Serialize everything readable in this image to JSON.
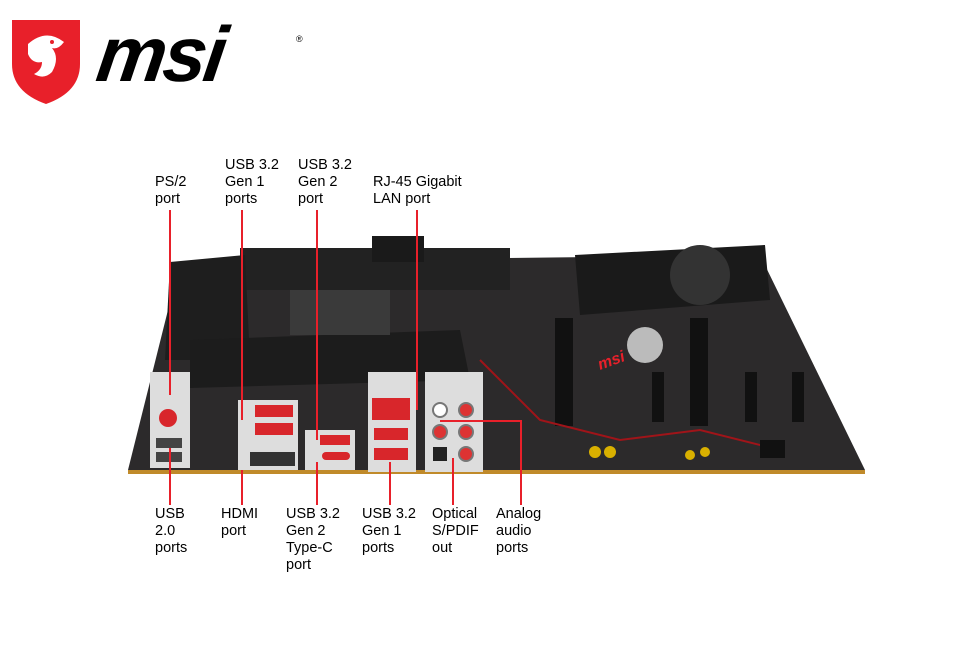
{
  "brand": {
    "name": "msi",
    "registered_mark": "®"
  },
  "colors": {
    "brand_red": "#e8202a",
    "board": "#2c2a2b",
    "accent_red": "#c0161c",
    "port_red": "#d8262b"
  },
  "labels": {
    "ps2": "PS/2\nport",
    "usb32_gen1_top": "USB 3.2\nGen 1\nports",
    "usb32_gen2": "USB 3.2\nGen 2\nport",
    "rj45": "RJ-45 Gigabit\nLAN port",
    "usb20": "USB\n2.0\nports",
    "hdmi": "HDMI\nport",
    "usb32_gen2_typec": "USB 3.2\nGen 2\nType-C\nport",
    "usb32_gen1_bottom": "USB 3.2\nGen 1\nports",
    "optical": "Optical\nS/PDIF\nout",
    "analog_audio": "Analog\naudio\nports"
  }
}
